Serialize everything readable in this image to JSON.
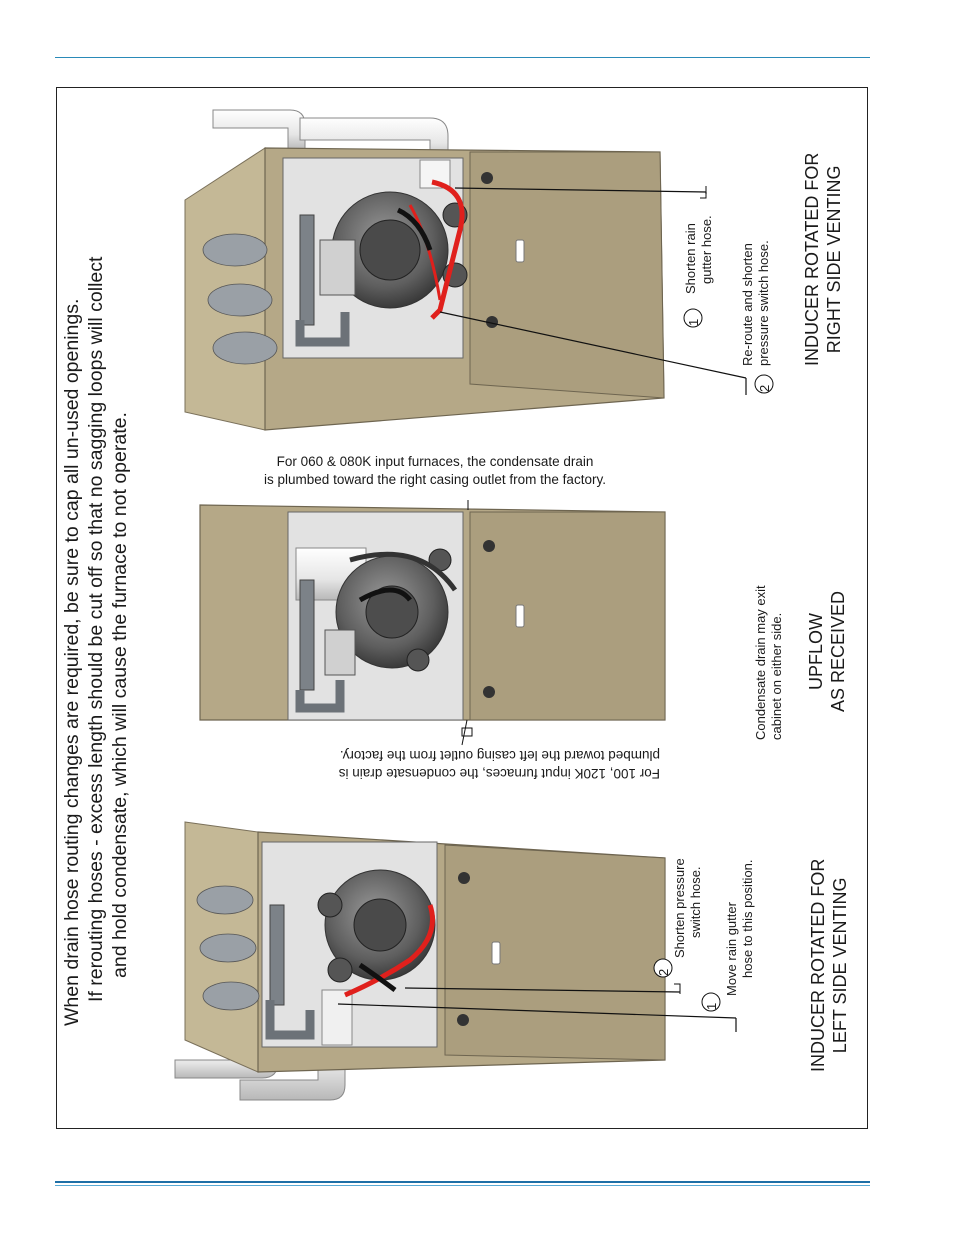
{
  "warning": {
    "line1": "When drain hose routing changes are required, be sure to cap all un-used openings.",
    "line2": "If rerouting hoses - excess length should be cut off so that no sagging loops will collect",
    "line3": "and hold condensate, which will cause the furnace to not operate."
  },
  "left_view": {
    "title_line1": "INDUCER ROTATED FOR",
    "title_line2": "LEFT SIDE VENTING",
    "callout1_num": "1",
    "callout1_line1": "Move rain gutter",
    "callout1_line2": "hose to this position.",
    "callout2_num": "2",
    "callout2_line1": "Shorten pressure",
    "callout2_line2": "switch hose."
  },
  "center_view": {
    "title_line1": "UPFLOW",
    "title_line2": "AS RECEIVED",
    "side_note_line1": "Condensate drain may exit",
    "side_note_line2": "cabinet on either side.",
    "top_note_line1": "For  060 & 080K input furnaces, the condensate drain",
    "top_note_line2": "is plumbed toward the right casing outlet from the factory.",
    "bottom_note_line1": "For 100, 120K input furnaces, the condensate drain is",
    "bottom_note_line2": "plumbed toward the left casing outlet from the factory."
  },
  "right_view": {
    "title_line1": "INDUCER ROTATED FOR",
    "title_line2": "RIGHT SIDE VENTING",
    "callout1_num": "1",
    "callout1_line1": "Shorten rain",
    "callout1_line2": "gutter hose.",
    "callout2_num": "2",
    "callout2_line1": "Re-route and shorten",
    "callout2_line2": "pressure switch hose."
  },
  "colors": {
    "rule": "#1f6fa6",
    "cabinet": "#b5a887",
    "pipe": "#f2f2f2",
    "hose_red": "#e0201c"
  }
}
